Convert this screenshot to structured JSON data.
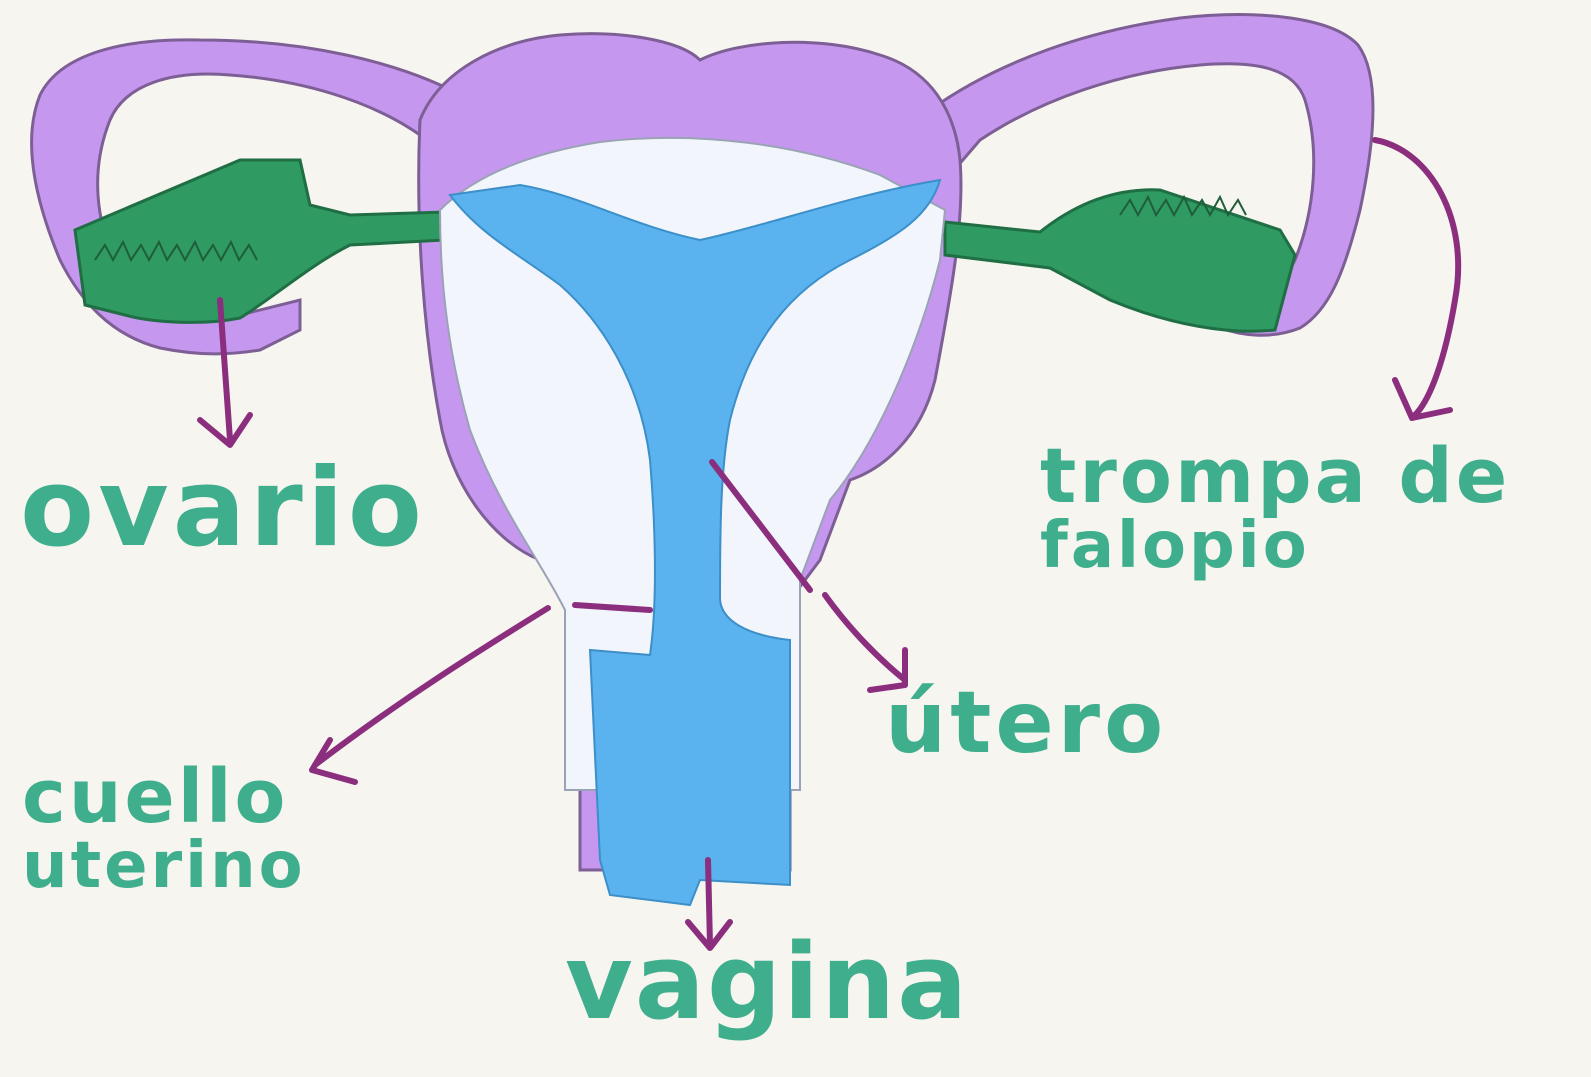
{
  "labels": {
    "ovario": "ovario",
    "trompa_line1": "trompa de",
    "trompa_line2": "falopio",
    "utero": "útero",
    "cuello_line1": "cuello",
    "cuello_line2": "uterino",
    "vagina": "vagina"
  },
  "colors": {
    "background": "#f7f5f0",
    "uterus_body": "#c597ee",
    "uterus_outline": "#7d5f95",
    "ovary": "#2f9a62",
    "cavity": "#5ab3ee",
    "inner_white": "#f2f5fb",
    "arrow": "#8b2e7e",
    "label_text": "#3fae8c"
  }
}
